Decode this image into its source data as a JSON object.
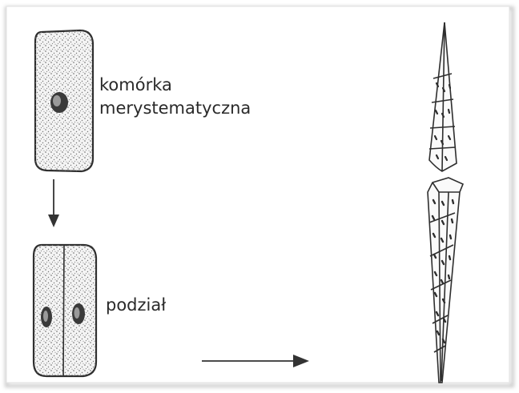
{
  "labels": {
    "cell_name_line1": "komórka",
    "cell_name_line2": "merystematyczna",
    "division": "podział"
  },
  "colors": {
    "outline": "#2e2e2e",
    "stipple": "#555555",
    "nucleus": "#3a3a3a",
    "nucleus_highlight": "#9a9a9a",
    "arrow": "#333333",
    "frame_shadow": "#c9c9c9"
  }
}
